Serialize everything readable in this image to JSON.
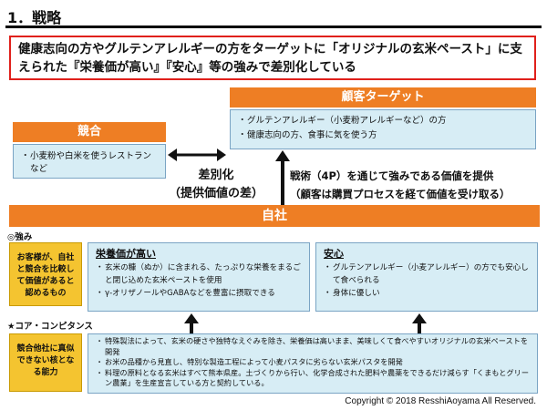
{
  "header": {
    "title": "1．戦略"
  },
  "strategy_statement": "健康志向の方やグルテンアレルギーの方をターゲットに「オリジナルの玄米ペースト」に支えられた『栄養価が高い』『安心』等の強みで差別化している",
  "target": {
    "heading": "顧客ターゲット",
    "items": [
      "グルテンアレルギー（小麦粉アレルギーなど）の方",
      "健康志向の方、食事に気を使う方"
    ]
  },
  "competition": {
    "heading": "競合",
    "items": [
      "小麦粉や白米を使うレストラン など"
    ]
  },
  "differentiation": {
    "line1": "差別化",
    "line2": "（提供価値の差）"
  },
  "tactics": {
    "line1": "戦術（4P）を通じて強みである価値を提供",
    "line2": "（顧客は購買プロセスを経て価値を受け取る）"
  },
  "company": {
    "heading": "自社"
  },
  "strengths": {
    "section_label": "◎強み",
    "description": "お客様が、自社と競合を比較して価値があると認めるもの",
    "nutrition": {
      "heading": "栄養価が高い",
      "items": [
        "玄米の糠（ぬか）に含まれる、たっぷりな栄養をまるごと閉じ込めた玄米ペーストを使用",
        "γ-オリザノールやGABAなどを豊富に摂取できる"
      ]
    },
    "safety": {
      "heading": "安心",
      "items": [
        "グルテンアレルギー（小麦アレルギー）の方でも安心して食べられる",
        "身体に優しい"
      ]
    }
  },
  "core_competence": {
    "section_label": "★コア・コンピタンス",
    "description": "競合他社に真似できない核となる能力",
    "items": [
      "特殊製法によって、玄米の硬さや独特なえぐみを除き、栄養価は高いまま、美味しくて食べやすいオリジナルの玄米ペーストを開発",
      "お米の品種から見直し、特別な製造工程によって小麦パスタに劣らない玄米パスタを開発",
      "料理の原料となる玄米はすべて熊本県産。土づくりから行い、化学合成された肥料や農薬をできるだけ減らす「くまもとグリーン農業」を生産宣言している方と契約している。"
    ]
  },
  "footer": {
    "copyright": "Copyright ©  2018 ResshiAoyama All  Reserved."
  },
  "colors": {
    "accent_orange": "#ee7e24",
    "box_blue": "#d7edf5",
    "gold": "#f4c430",
    "red_border": "#e0201b"
  }
}
